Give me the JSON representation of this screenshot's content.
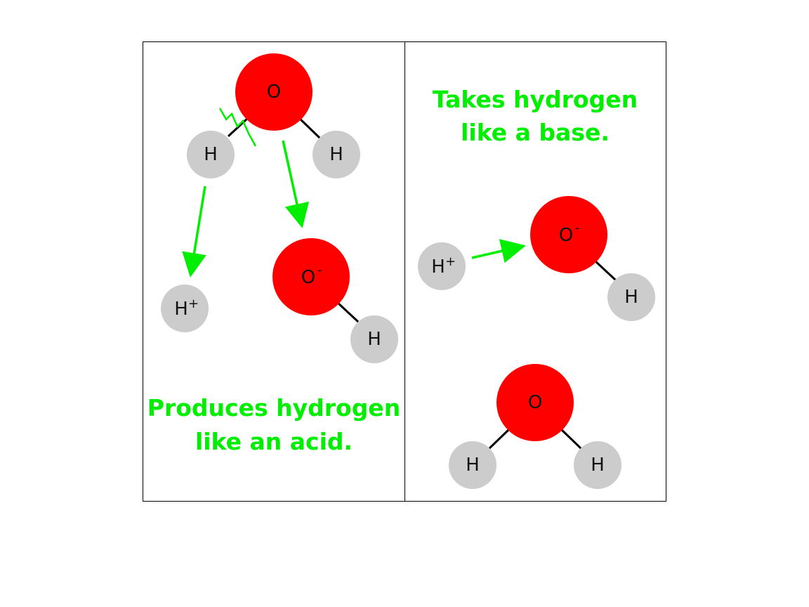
{
  "colors": {
    "oxygen": "#ff0000",
    "hydrogen": "#cccccc",
    "arrow": "#00ee00",
    "caption": "#00ee00",
    "bond": "#000000",
    "frame": "#000000"
  },
  "left_panel": {
    "water_molecule": {
      "oxygen": "O",
      "hydrogen_left": "H",
      "hydrogen_right": "H"
    },
    "hydrogen_ion": {
      "symbol": "H",
      "charge": "+"
    },
    "hydroxide": {
      "oxygen": "O",
      "charge": "-",
      "hydrogen": "H"
    },
    "caption_line1": "Produces hydrogen",
    "caption_line2": "like an acid."
  },
  "right_panel": {
    "caption_line1": "Takes hydrogen",
    "caption_line2": "like a base.",
    "hydrogen_ion": {
      "symbol": "H",
      "charge": "+"
    },
    "hydroxide": {
      "oxygen": "O",
      "charge": "-",
      "hydrogen": "H"
    },
    "water_molecule": {
      "oxygen": "O",
      "hydrogen_left": "H",
      "hydrogen_right": "H"
    }
  }
}
